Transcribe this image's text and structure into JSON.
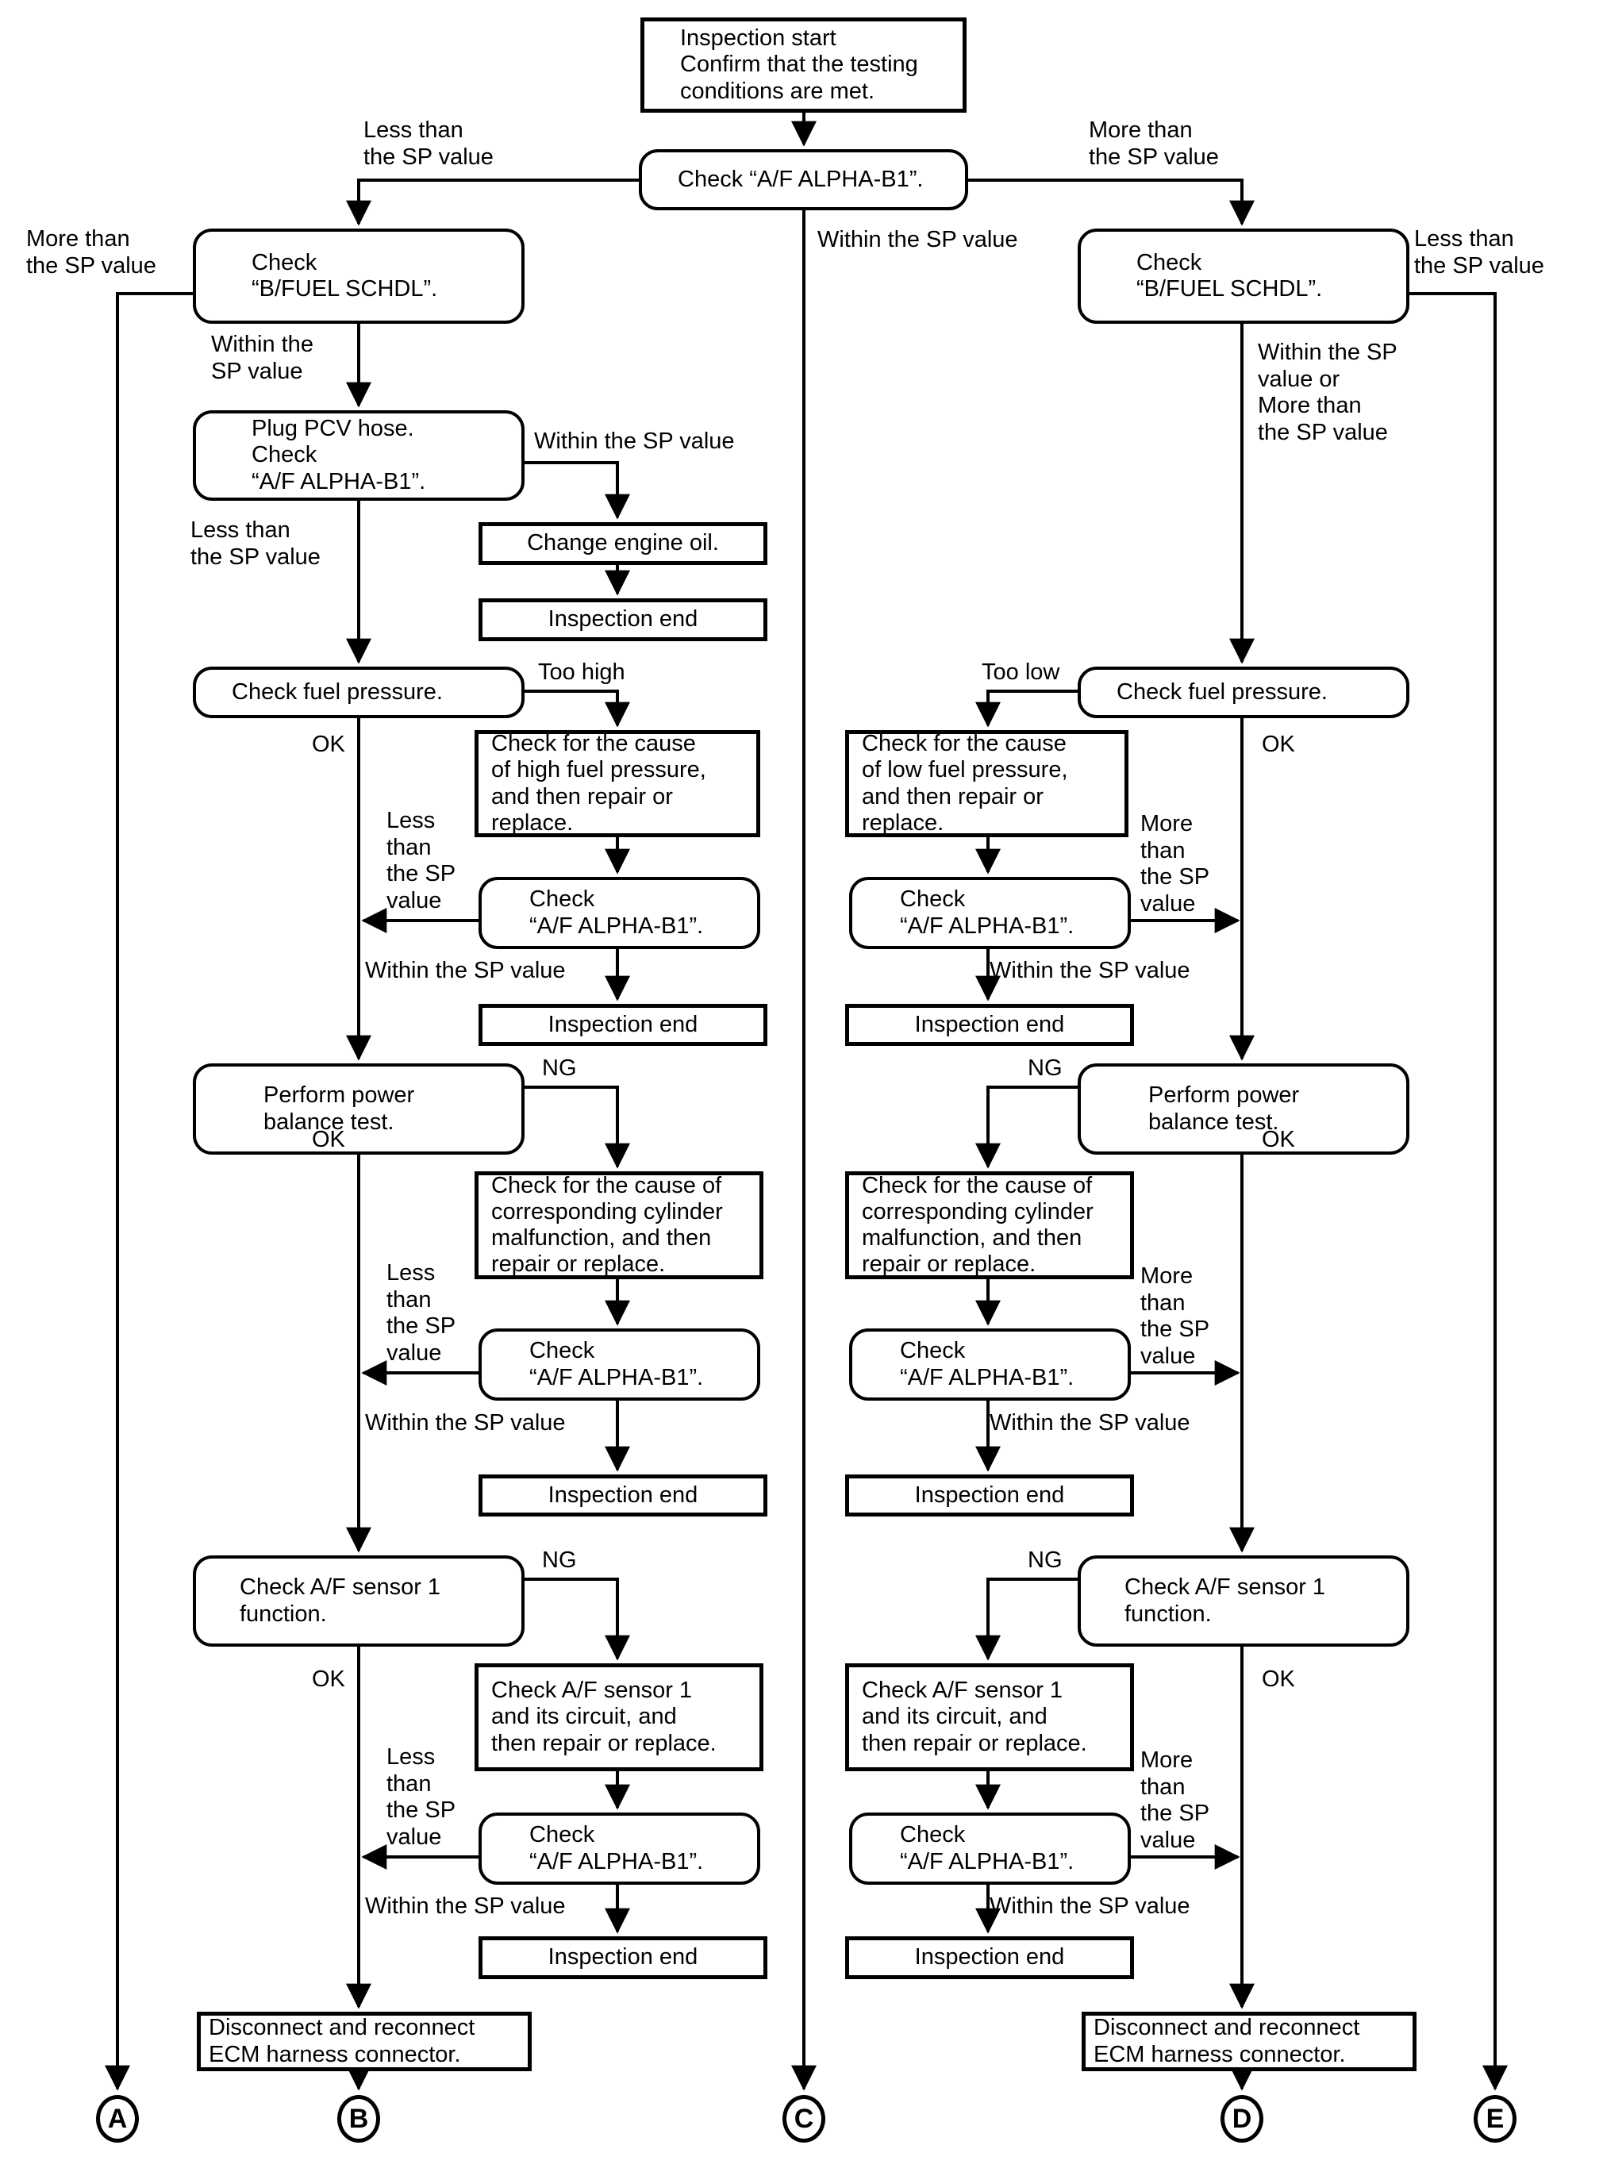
{
  "nodes": {
    "inspection_start": "Inspection start\nConfirm that the testing\nconditions are met.",
    "check_af": "Check “A/F ALPHA-B1”.",
    "bfuel": "Check\n“B/FUEL SCHDL”.",
    "plug_pcv": "Plug PCV hose.\nCheck\n“A/F ALPHA-B1”.",
    "change_oil": "Change engine oil.",
    "inspection_end": "Inspection end",
    "fuel_pressure": "Check fuel pressure.",
    "cause_high": "Check for the cause\nof high fuel pressure,\nand then repair or\nreplace.",
    "cause_low": "Check for the cause\nof low fuel pressure,\nand then repair or\nreplace.",
    "check_af_2l": "Check\n“A/F ALPHA-B1”.",
    "power_balance": "Perform power\nbalance test.",
    "cause_cylinder": "Check for the cause of\ncorresponding cylinder\nmalfunction, and then\nrepair or replace.",
    "sensor_function": "Check A/F sensor 1\nfunction.",
    "sensor_circuit": "Check A/F sensor 1\nand its circuit, and\nthen repair or replace.",
    "disconnect_ecm": "Disconnect and reconnect\nECM harness connector."
  },
  "labels": {
    "less_than_sp": "Less than\nthe SP value",
    "more_than_sp": "More than\nthe SP value",
    "within_sp": "Within the SP value",
    "within_sp_2l": "Within the\nSP value",
    "within_or_more": "Within the SP\nvalue or\nMore than\nthe SP value",
    "less_than_sp_4l": "Less\nthan\nthe SP\nvalue",
    "more_than_sp_4l": "More\nthan\nthe SP\nvalue",
    "too_high": "Too high",
    "too_low": "Too low",
    "ok": "OK",
    "ng": "NG"
  },
  "terminals": {
    "a": "A",
    "b": "B",
    "c": "C",
    "d": "D",
    "e": "E"
  }
}
